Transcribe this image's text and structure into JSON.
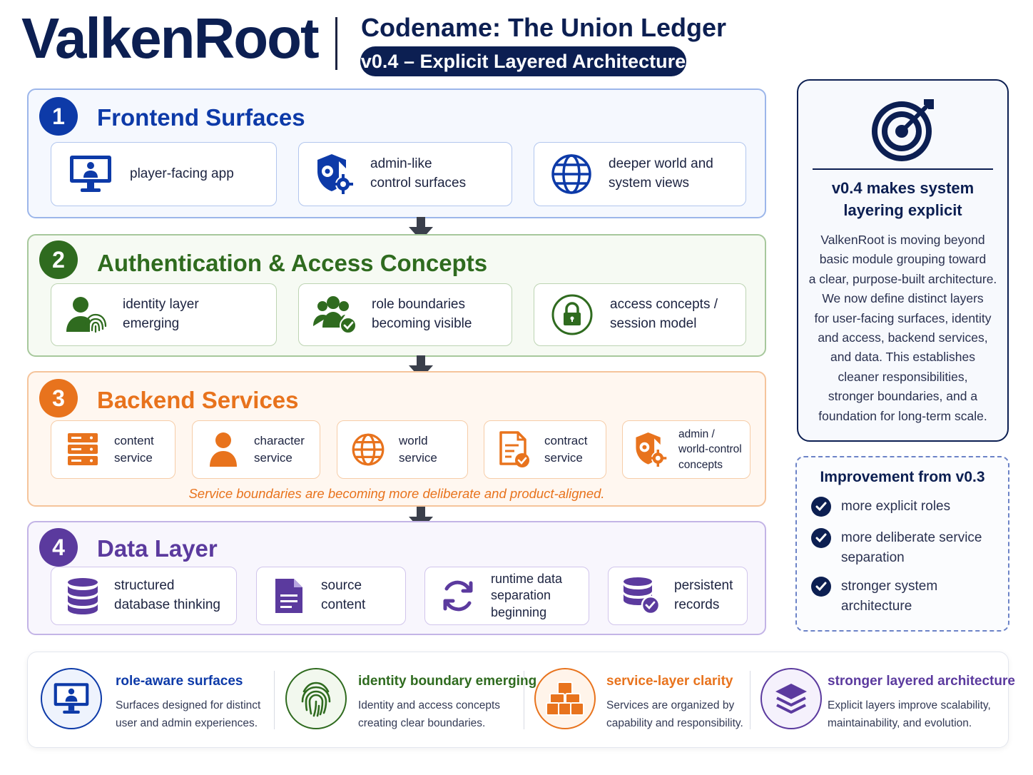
{
  "header": {
    "brand": "ValkenRoot",
    "codename": "Codename: The Union Ledger",
    "version": "v0.4 – Explicit Layered Architecture"
  },
  "layers": [
    {
      "number": "1",
      "title": "Frontend Surfaces",
      "color": "#0d3aa8",
      "cards": [
        {
          "icon": "monitor-user-icon",
          "lines": [
            "player-facing app"
          ]
        },
        {
          "icon": "shield-gear-icon",
          "lines": [
            "admin-like",
            "control surfaces"
          ]
        },
        {
          "icon": "globe-icon",
          "lines": [
            "deeper world and",
            "system views"
          ]
        }
      ]
    },
    {
      "number": "2",
      "title": "Authentication & Access Concepts",
      "color": "#2f6b1f",
      "cards": [
        {
          "icon": "user-fingerprint-icon",
          "lines": [
            "identity layer",
            "emerging"
          ]
        },
        {
          "icon": "group-check-icon",
          "lines": [
            "role boundaries",
            "becoming visible"
          ]
        },
        {
          "icon": "lock-icon",
          "lines": [
            "access concepts /",
            "session model"
          ]
        }
      ]
    },
    {
      "number": "3",
      "title": "Backend Services",
      "color": "#e8731d",
      "cards": [
        {
          "icon": "server-icon",
          "lines": [
            "content",
            "service"
          ]
        },
        {
          "icon": "person-icon",
          "lines": [
            "character",
            "service"
          ]
        },
        {
          "icon": "globe-icon",
          "lines": [
            "world",
            "service"
          ]
        },
        {
          "icon": "contract-icon",
          "lines": [
            "contract",
            "service"
          ]
        },
        {
          "icon": "shield-gear-icon",
          "lines": [
            "admin /",
            "world-control",
            "concepts"
          ]
        }
      ],
      "note": "Service boundaries are becoming more deliberate and product-aligned."
    },
    {
      "number": "4",
      "title": "Data Layer",
      "color": "#5b3a9e",
      "cards": [
        {
          "icon": "database-icon",
          "lines": [
            "structured",
            "database thinking"
          ]
        },
        {
          "icon": "document-icon",
          "lines": [
            "source",
            "content"
          ]
        },
        {
          "icon": "sync-icon",
          "lines": [
            "runtime data",
            "separation",
            "beginning"
          ]
        },
        {
          "icon": "database-check-icon",
          "lines": [
            "persistent",
            "records"
          ]
        }
      ]
    }
  ],
  "sidebar": {
    "heading": [
      "v0.4 makes system",
      "layering explicit"
    ],
    "body": [
      "ValkenRoot is moving beyond",
      "basic module grouping toward",
      "a clear, purpose-built architecture.",
      "We now define distinct layers",
      "for user-facing surfaces, identity",
      "and access, backend services,",
      "and data. This establishes",
      "cleaner responsibilities,",
      "stronger boundaries, and a",
      "foundation for long-term scale."
    ]
  },
  "improvement": {
    "title": "Improvement from v0.3",
    "items": [
      [
        "more explicit roles"
      ],
      [
        "more deliberate service",
        "separation"
      ],
      [
        "stronger system",
        "architecture"
      ]
    ]
  },
  "footer": [
    {
      "icon": "monitor-user-icon",
      "title": "role-aware surfaces",
      "color": "#0d3aa8",
      "desc": [
        "Surfaces designed for distinct",
        "user and admin experiences."
      ]
    },
    {
      "icon": "fingerprint-icon",
      "title": "identity boundary emerging",
      "color": "#2f6b1f",
      "desc": [
        "Identity and access concepts",
        "creating clear boundaries."
      ]
    },
    {
      "icon": "cubes-icon",
      "title": "service-layer clarity",
      "color": "#e8731d",
      "desc": [
        "Services are organized by",
        "capability and responsibility."
      ]
    },
    {
      "icon": "layers-icon",
      "title": "stronger layered architecture",
      "color": "#5b3a9e",
      "desc": [
        "Explicit layers improve scalability,",
        "maintainability, and evolution."
      ]
    }
  ]
}
